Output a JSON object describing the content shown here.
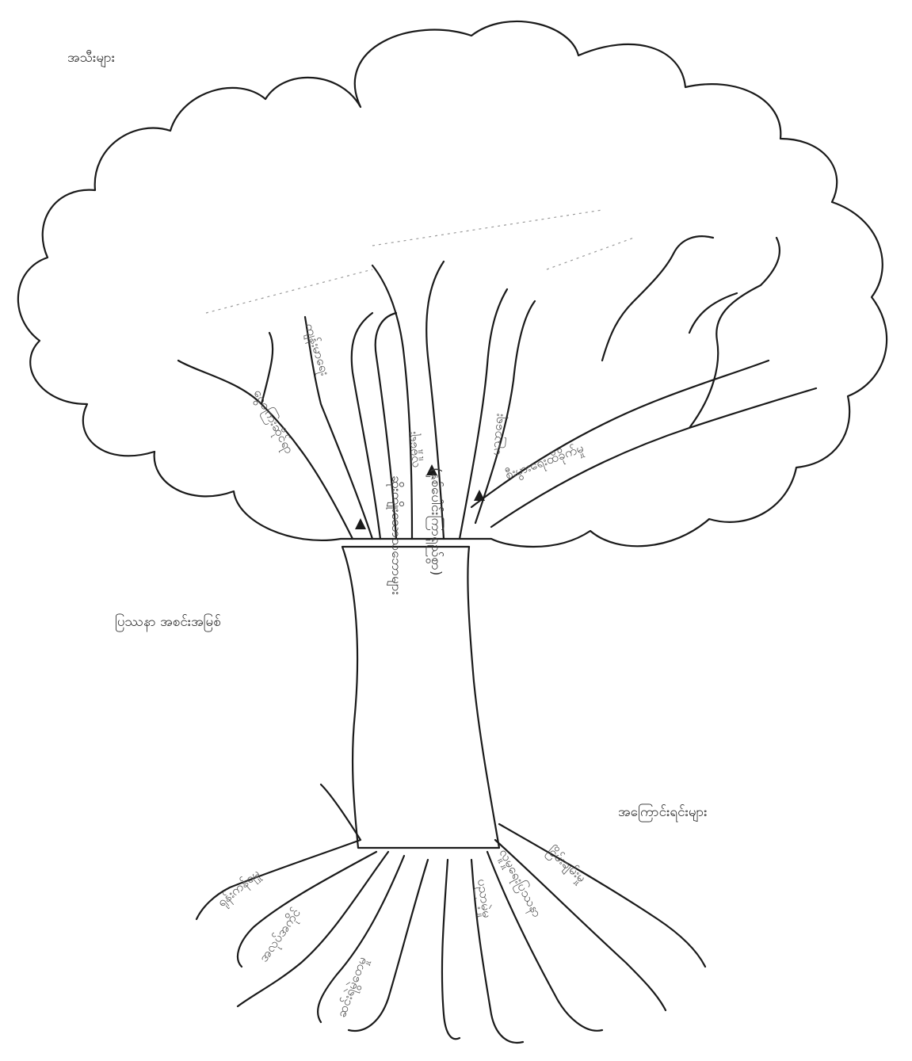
{
  "diagram": {
    "labels": {
      "fruits": "အသီးများ",
      "trunk": "ပြဿနာ အစင်းအမြစ်",
      "roots": "အကြောင်းရင်းများ"
    },
    "trunk_text": {
      "left": "ဆိုးကျိုးသောသဘောများ",
      "right": "(နှစ်ပေါင်းကြာရှည်စွာ)"
    },
    "branches": [
      "ငွေကြေးဆိုင်ရာ",
      "ကျန်းမာရေး",
      "လူမှုရေး",
      "ပညာရေး",
      "စီးပွားရေးထိခိုက်မှု"
    ],
    "roots": [
      "ရုန်းကန်ရမှု",
      "အလုပ်အကိုင်",
      "ဆင်းရဲမွဲတေမှု",
      "ပညာမဲ့မှု",
      "လူမှုရေးပြဿနာ",
      "ငြိမ်းချမ်းမှု"
    ]
  }
}
